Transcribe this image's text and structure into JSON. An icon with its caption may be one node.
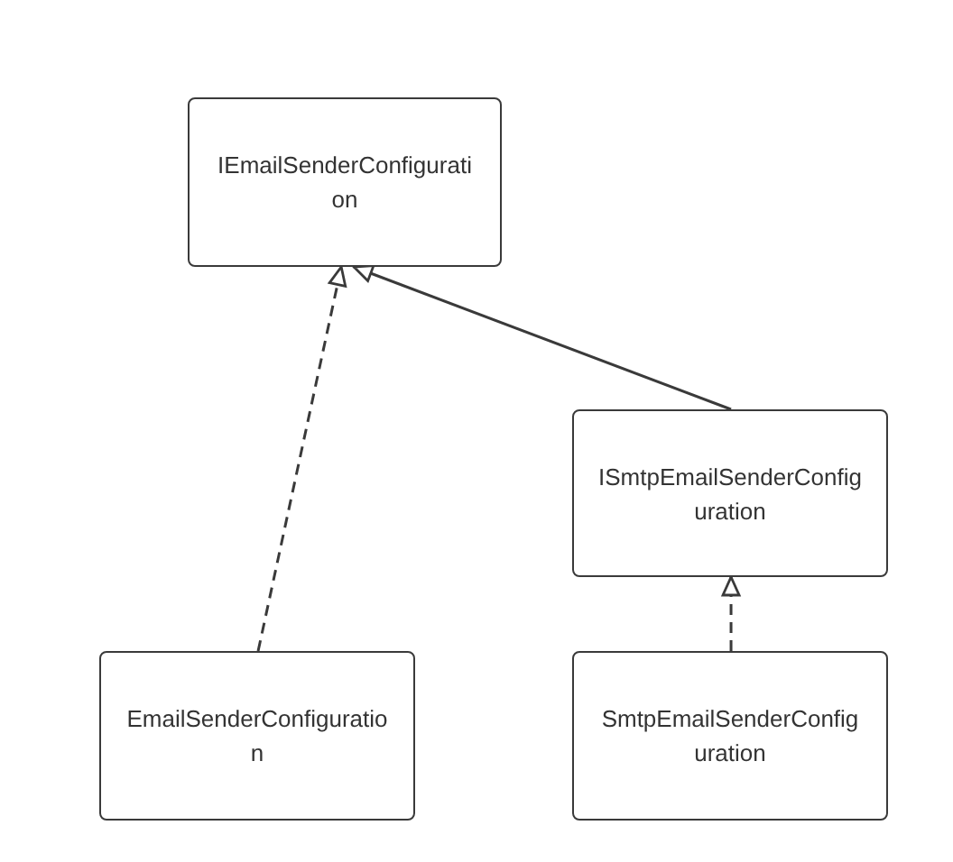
{
  "diagram": {
    "nodes": [
      {
        "text": [
          "IEmailSenderConfiguration"
        ]
      },
      {
        "text": [
          "ISmtpEmailSenderConfiguration"
        ]
      },
      {
        "text": [
          "EmailSenderConfiguration"
        ]
      },
      {
        "text": [
          "SmtpEmailSenderConfiguration"
        ]
      }
    ],
    "edges": [
      {
        "from": 2,
        "to": 0,
        "arrow": "to",
        "style": "dashed"
      },
      {
        "from": 1,
        "to": 0,
        "arrow": "to"
      },
      {
        "from": 3,
        "to": 1,
        "arrow": "to",
        "style": "dashed"
      }
    ]
  }
}
